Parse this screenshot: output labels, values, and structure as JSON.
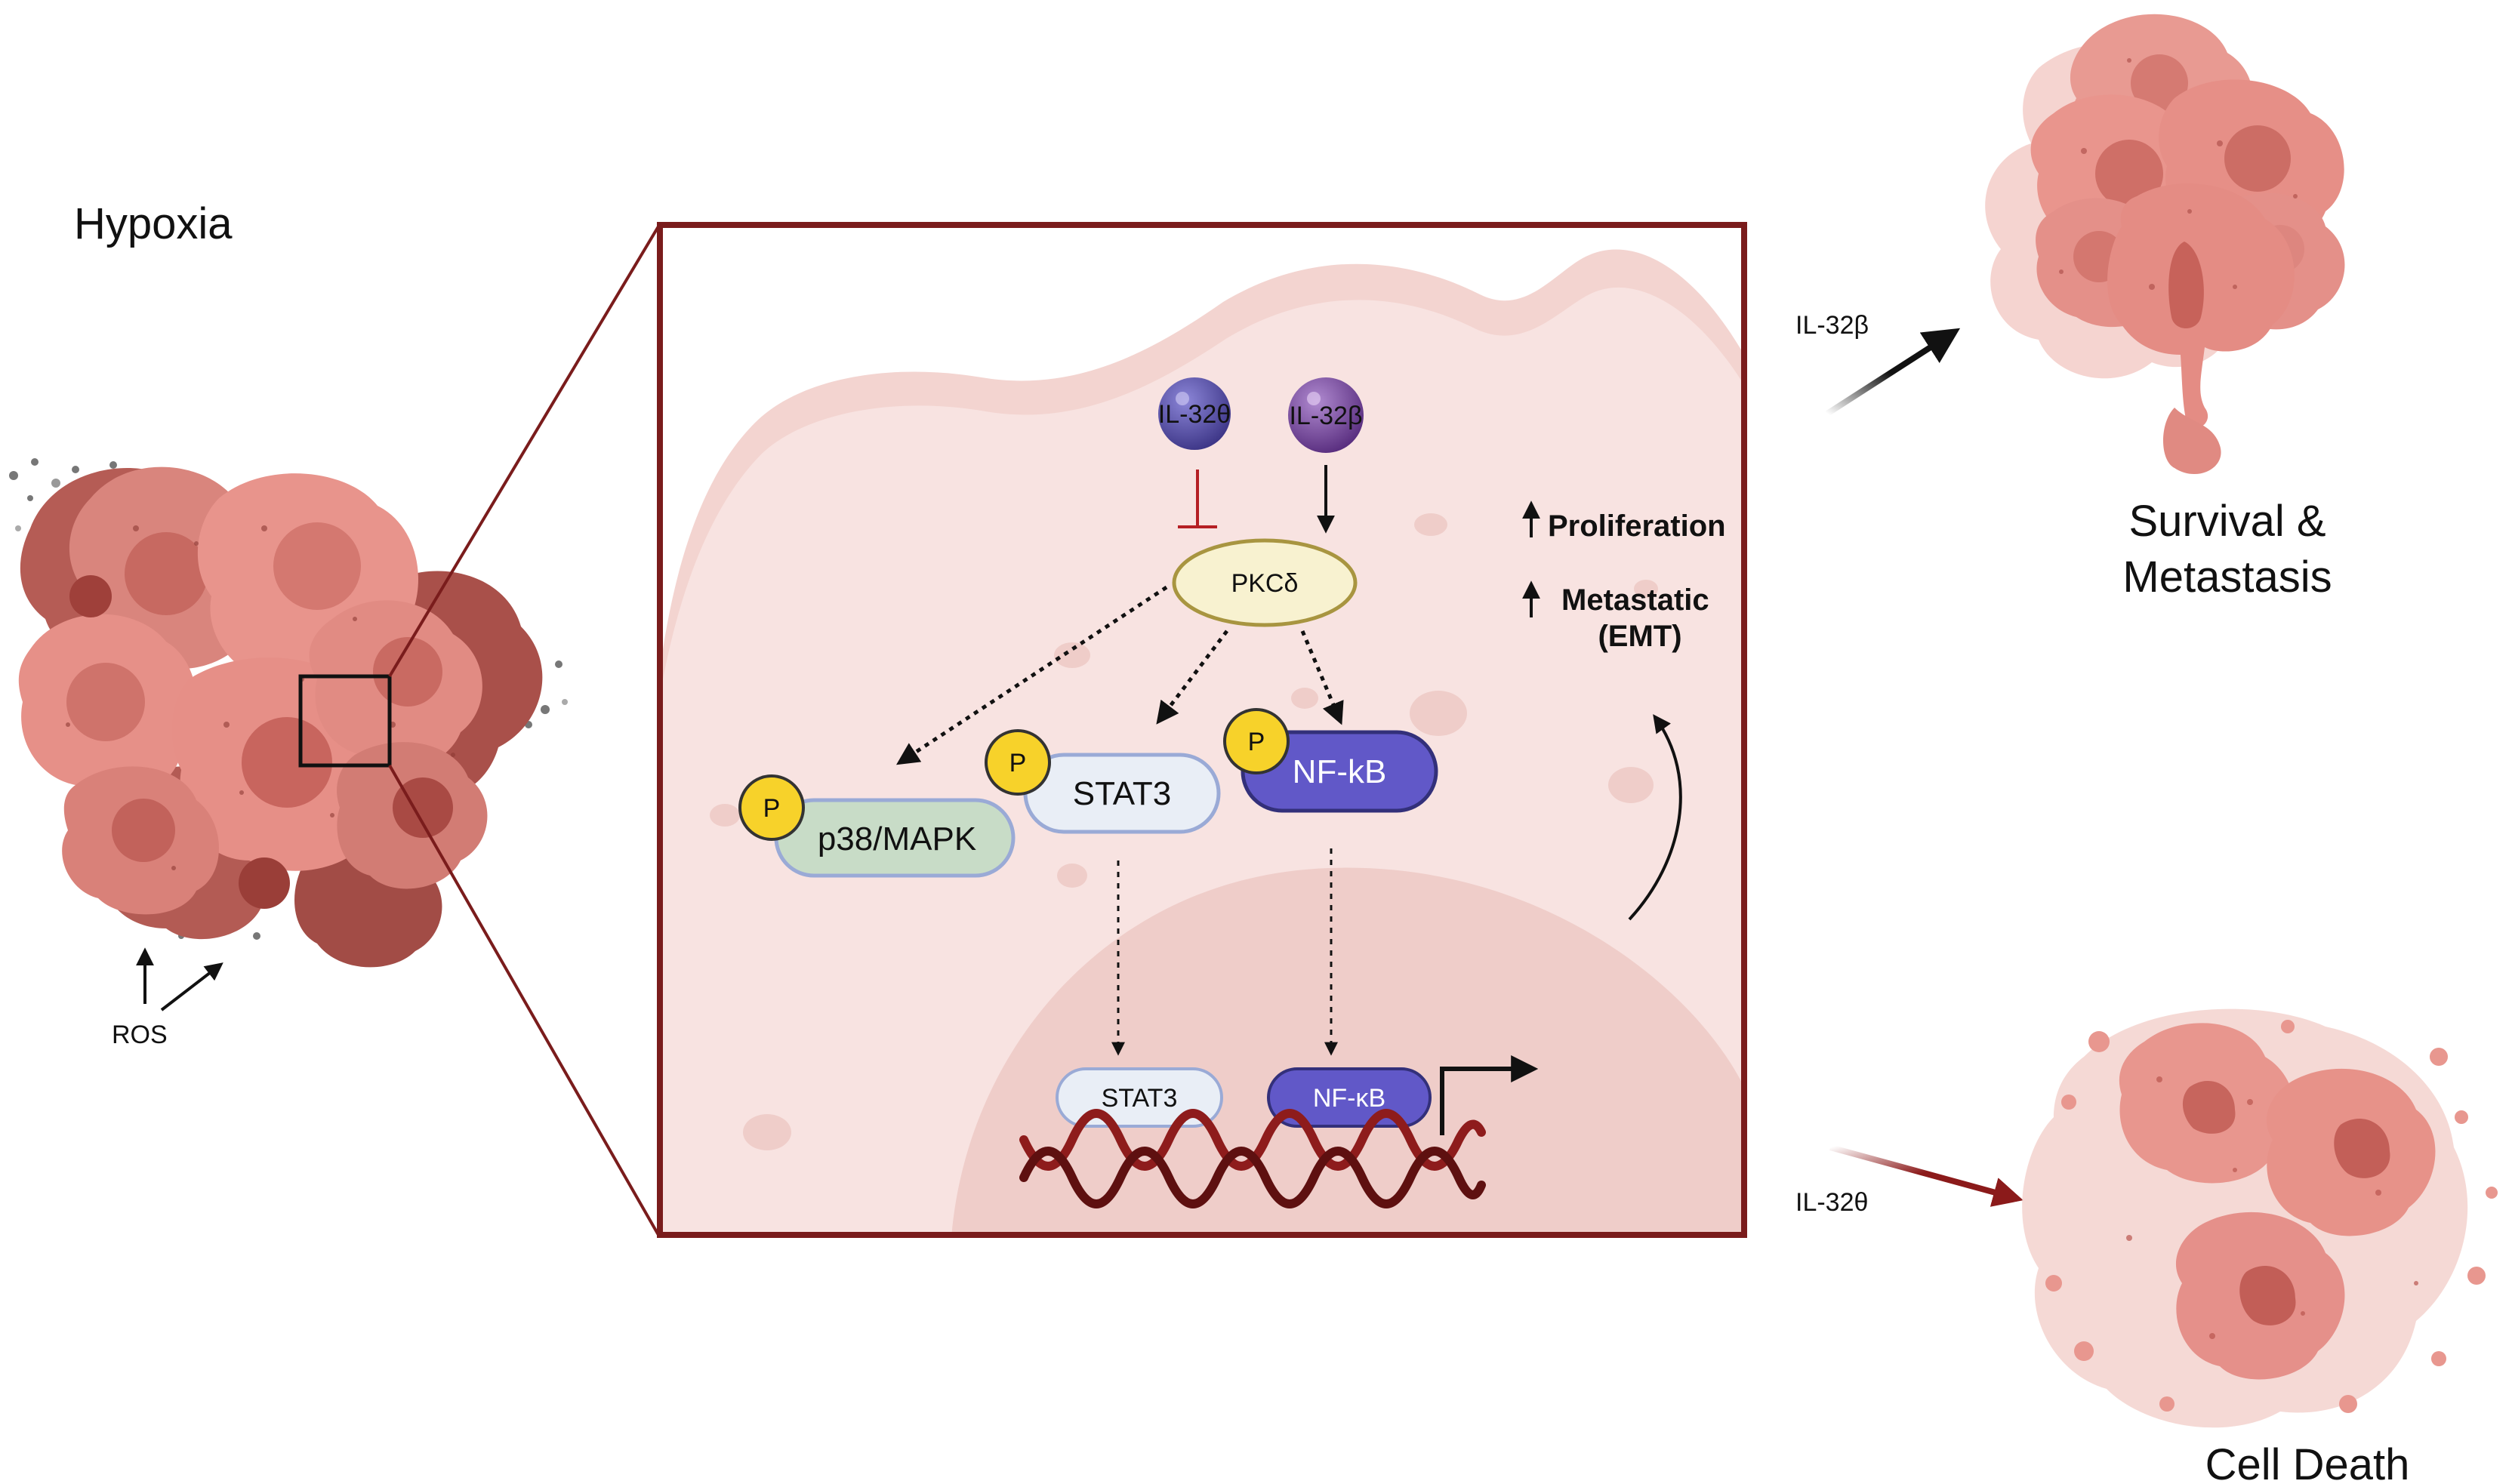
{
  "labels": {
    "hypoxia": "Hypoxia",
    "ros": "ROS",
    "il32beta_path": "IL-32β",
    "il32theta_path": "IL-32θ",
    "survival_line1": "Survival &",
    "survival_line2": "Metastasis",
    "cell_death": "Cell Death"
  },
  "inset": {
    "il32theta": "IL-32θ",
    "il32beta": "IL-32β",
    "pkc": "PKCδ",
    "p38": "p38/MAPK",
    "stat3": "STAT3",
    "nfkb": "NF-kB",
    "stat3_nuclear": "STAT3",
    "nfkb_nuclear": "NF-κB",
    "phospho": "P",
    "proliferation": "Proliferation",
    "metastatic": "Metastatic",
    "emt": "(EMT)"
  },
  "colors": {
    "frame": "#7a1c1c",
    "inhibit": "#b51f24",
    "death_arrow": "#8b1a1a",
    "cell_bg": "#f5dcda",
    "cytoplasm": "#f8e3e1",
    "nucleus": "#efcdc9",
    "pkc_fill": "#f8f2d0",
    "pkc_stroke": "#a89540",
    "p38_fill": "#c8dcc7",
    "stat3_fill": "#e9eef6",
    "nfkb_fill": "#6158c8",
    "node_stroke": "#9aaad6",
    "phospho_fill": "#f7d22a",
    "dna": "#8e1c1c",
    "tumor": "#e8948c",
    "tumor_dark": "#b8504a",
    "il32_theta_fill": "#5a52a8",
    "il32_beta_fill": "#7d4ea0"
  }
}
